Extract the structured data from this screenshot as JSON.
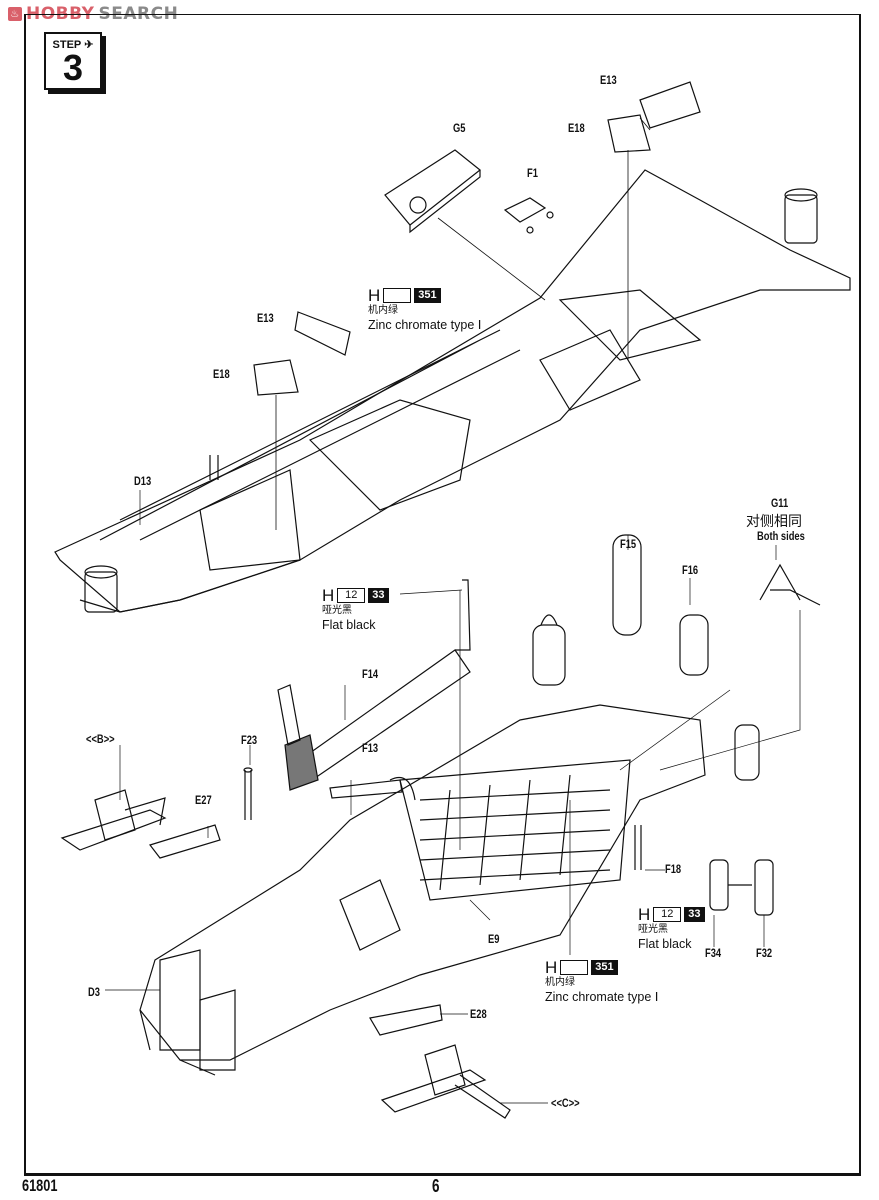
{
  "watermark": {
    "logo_icon": "flame-icon",
    "brand_part1": "HOBBY",
    "brand_part2": "SEARCH"
  },
  "step": {
    "label": "STEP",
    "number": "3",
    "icon": "jet-plane-icon"
  },
  "part_labels": {
    "e13_top": "E13",
    "e18_top": "E18",
    "g5": "G5",
    "f1": "F1",
    "e13_left": "E13",
    "e18_left": "E18",
    "d13": "D13",
    "g11": "G11",
    "g11_note_cn": "对侧相同",
    "g11_note_en": "Both sides",
    "f15": "F15",
    "f16": "F16",
    "f14": "F14",
    "f23": "F23",
    "f13": "F13",
    "b_ref": "<<B>>",
    "e27": "E27",
    "f18": "F18",
    "e9": "E9",
    "d3": "D3",
    "e28": "E28",
    "c_ref": "<<C>>",
    "f34": "F34",
    "f32": "F32"
  },
  "paint_callouts": [
    {
      "prefix": "H",
      "code_white": "",
      "code_black": "351",
      "name_cn": "机内绿",
      "name_en": "Zinc chromate type Ⅰ"
    },
    {
      "prefix": "H",
      "code_white": "12",
      "code_black": "33",
      "name_cn": "哑光黑",
      "name_en": "Flat black"
    },
    {
      "prefix": "H",
      "code_white": "12",
      "code_black": "33",
      "name_cn": "哑光黑",
      "name_en": "Flat black"
    },
    {
      "prefix": "H",
      "code_white": "",
      "code_black": "351",
      "name_cn": "机内绿",
      "name_en": "Zinc chromate type Ⅰ"
    }
  ],
  "footer": {
    "kit_code": "61801",
    "page_number": "6"
  }
}
